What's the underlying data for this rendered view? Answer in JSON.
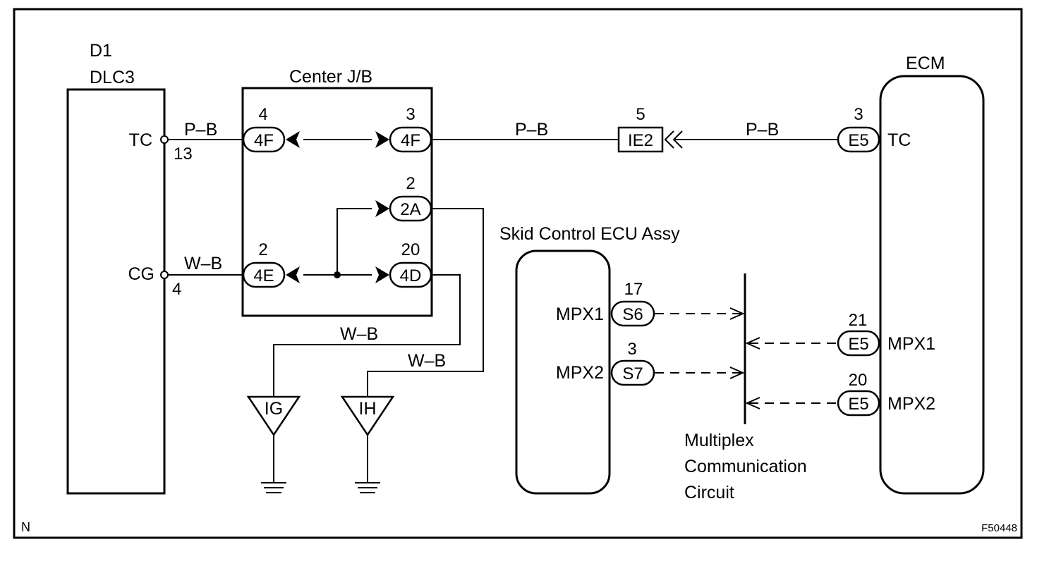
{
  "dlc3": {
    "ref": "D1",
    "name": "DLC3",
    "tc_label": "TC",
    "tc_pin": "13",
    "cg_label": "CG",
    "cg_pin": "4"
  },
  "center_jb": {
    "title": "Center J/B",
    "connectors": [
      {
        "pin": "4",
        "code": "4F"
      },
      {
        "pin": "3",
        "code": "4F"
      },
      {
        "pin": "2",
        "code": "2A"
      },
      {
        "pin": "2",
        "code": "4E"
      },
      {
        "pin": "20",
        "code": "4D"
      }
    ]
  },
  "wires": {
    "pb_1": "P–B",
    "pb_2": "P–B",
    "pb_3": "P–B",
    "wb_1": "W–B",
    "wb_2": "W–B",
    "wb_3": "W–B"
  },
  "junction_ie2": {
    "pin": "5",
    "code": "IE2"
  },
  "grounds": {
    "ig": "IG",
    "ih": "IH"
  },
  "ecm": {
    "title": "ECM",
    "connectors": [
      {
        "pin": "3",
        "code": "E5",
        "signal": "TC"
      },
      {
        "pin": "21",
        "code": "E5",
        "signal": "MPX1"
      },
      {
        "pin": "20",
        "code": "E5",
        "signal": "MPX2"
      }
    ]
  },
  "skid_ecu": {
    "title": "Skid Control ECU Assy",
    "connectors": [
      {
        "pin": "17",
        "code": "S6",
        "signal": "MPX1"
      },
      {
        "pin": "3",
        "code": "S7",
        "signal": "MPX2"
      }
    ]
  },
  "multiplex": {
    "line1": "Multiplex",
    "line2": "Communication",
    "line3": "Circuit"
  },
  "corner_left": "N",
  "figure_id": "F50448"
}
